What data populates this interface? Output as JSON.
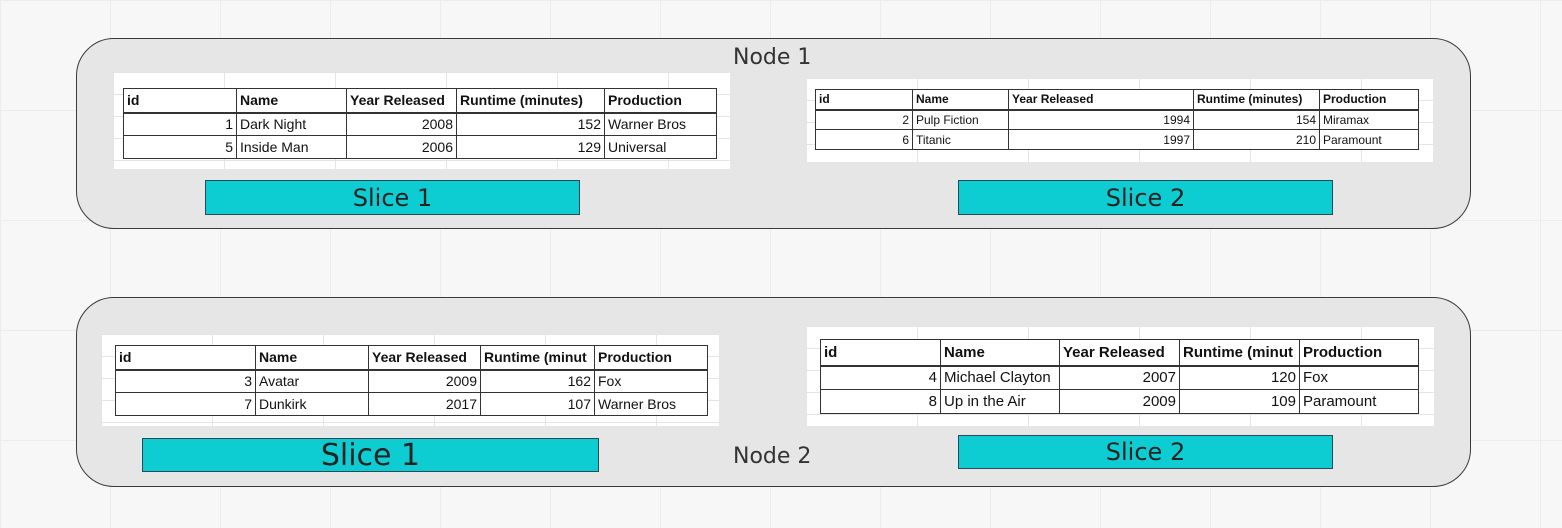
{
  "headers": [
    "id",
    "Name",
    "Year Released",
    "Runtime (minutes)",
    "Production"
  ],
  "headers_truncated": [
    "id",
    "Name",
    "Year Released",
    "Runtime (minut",
    "Production"
  ],
  "nodes": [
    {
      "label": "Node 1",
      "slices": [
        {
          "label": "Slice 1",
          "rows": [
            {
              "id": "1",
              "name": "Dark Night",
              "year": "2008",
              "runtime": "152",
              "production": "Warner Bros"
            },
            {
              "id": "5",
              "name": "Inside Man",
              "year": "2006",
              "runtime": "129",
              "production": "Universal"
            }
          ]
        },
        {
          "label": "Slice 2",
          "rows": [
            {
              "id": "2",
              "name": "Pulp Fiction",
              "year": "1994",
              "runtime": "154",
              "production": "Miramax"
            },
            {
              "id": "6",
              "name": "Titanic",
              "year": "1997",
              "runtime": "210",
              "production": "Paramount"
            }
          ]
        }
      ]
    },
    {
      "label": "Node 2",
      "slices": [
        {
          "label": "Slice 1",
          "rows": [
            {
              "id": "3",
              "name": "Avatar",
              "year": "2009",
              "runtime": "162",
              "production": "Fox"
            },
            {
              "id": "7",
              "name": "Dunkirk",
              "year": "2017",
              "runtime": "107",
              "production": "Warner Bros"
            }
          ]
        },
        {
          "label": "Slice 2",
          "rows": [
            {
              "id": "4",
              "name": "Michael Clayton",
              "year": "2007",
              "runtime": "120",
              "production": "Fox"
            },
            {
              "id": "8",
              "name": "Up in the Air",
              "year": "2009",
              "runtime": "109",
              "production": "Paramount"
            }
          ]
        }
      ]
    }
  ]
}
